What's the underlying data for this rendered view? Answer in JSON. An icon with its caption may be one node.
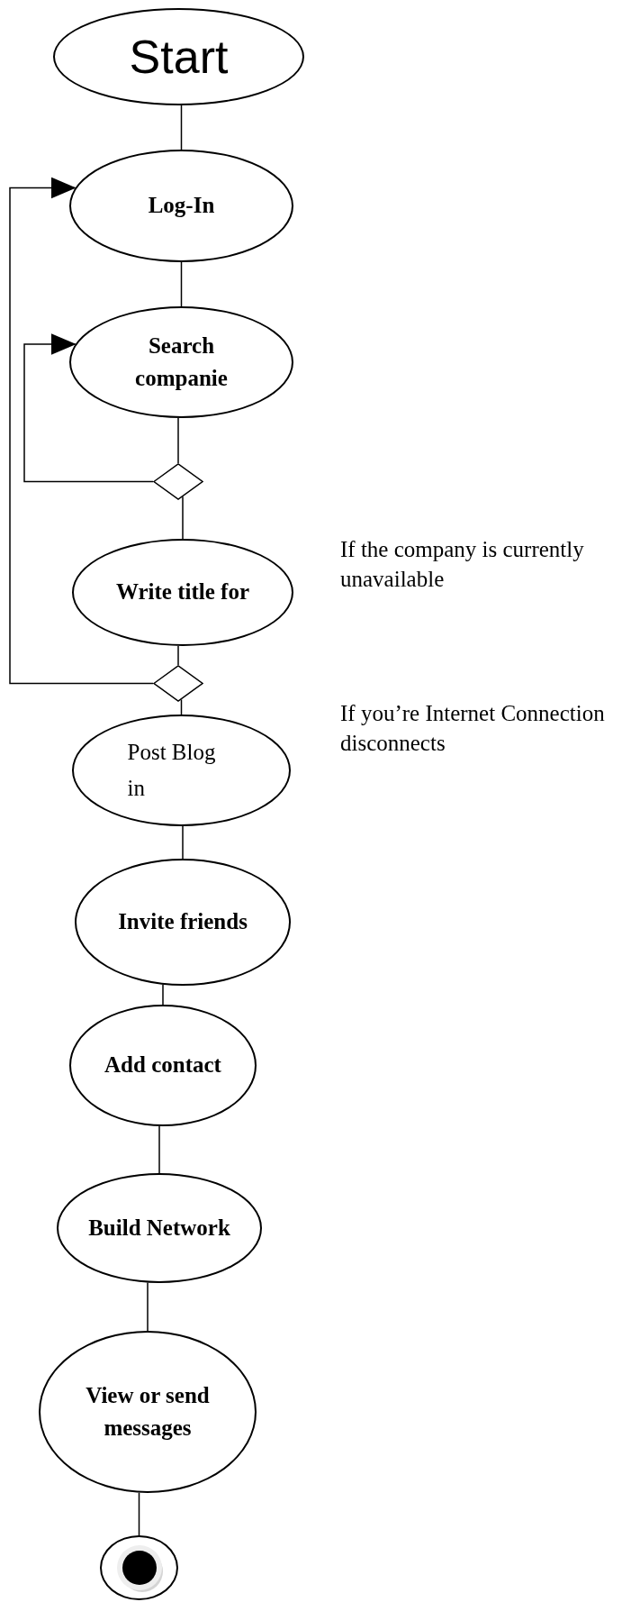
{
  "diagram": {
    "nodes": [
      {
        "text": [
          "Start"
        ]
      },
      {
        "text": [
          "Log-In"
        ]
      },
      {
        "text": [
          "Search companie"
        ]
      },
      {
        "text": [],
        "shape": "diamond"
      },
      {
        "text": [
          "Write title for"
        ]
      },
      {
        "text": [],
        "shape": "diamond"
      },
      {
        "text": [
          "Post Blog in"
        ]
      },
      {
        "text": [
          "Invite friends"
        ]
      },
      {
        "text": [
          "Add contact"
        ]
      },
      {
        "text": [
          "Build Network"
        ]
      },
      {
        "text": [
          "View or send messages"
        ]
      },
      {
        "text": [],
        "shape": "circle"
      }
    ],
    "edges": [
      {
        "from": 0,
        "to": 1,
        "arrow": "none"
      },
      {
        "from": 1,
        "to": 2,
        "arrow": "none"
      },
      {
        "from": 2,
        "to": 3,
        "arrow": "none"
      },
      {
        "from": 3,
        "to": 4,
        "arrow": "none"
      },
      {
        "from": 4,
        "to": 5,
        "arrow": "none"
      },
      {
        "from": 5,
        "to": 6,
        "arrow": "none"
      },
      {
        "from": 6,
        "to": 7,
        "arrow": "none"
      },
      {
        "from": 7,
        "to": 8,
        "arrow": "none"
      },
      {
        "from": 8,
        "to": 9,
        "arrow": "none"
      },
      {
        "from": 9,
        "to": 10,
        "arrow": "none"
      },
      {
        "from": 10,
        "to": 11,
        "arrow": "none"
      },
      {
        "from": 3,
        "to": 2,
        "arrow": "to"
      },
      {
        "from": 5,
        "to": 1,
        "arrow": "to"
      }
    ],
    "labels": [
      "If the company is currently unavailable",
      "If you’re Internet Connection disconnects"
    ]
  }
}
